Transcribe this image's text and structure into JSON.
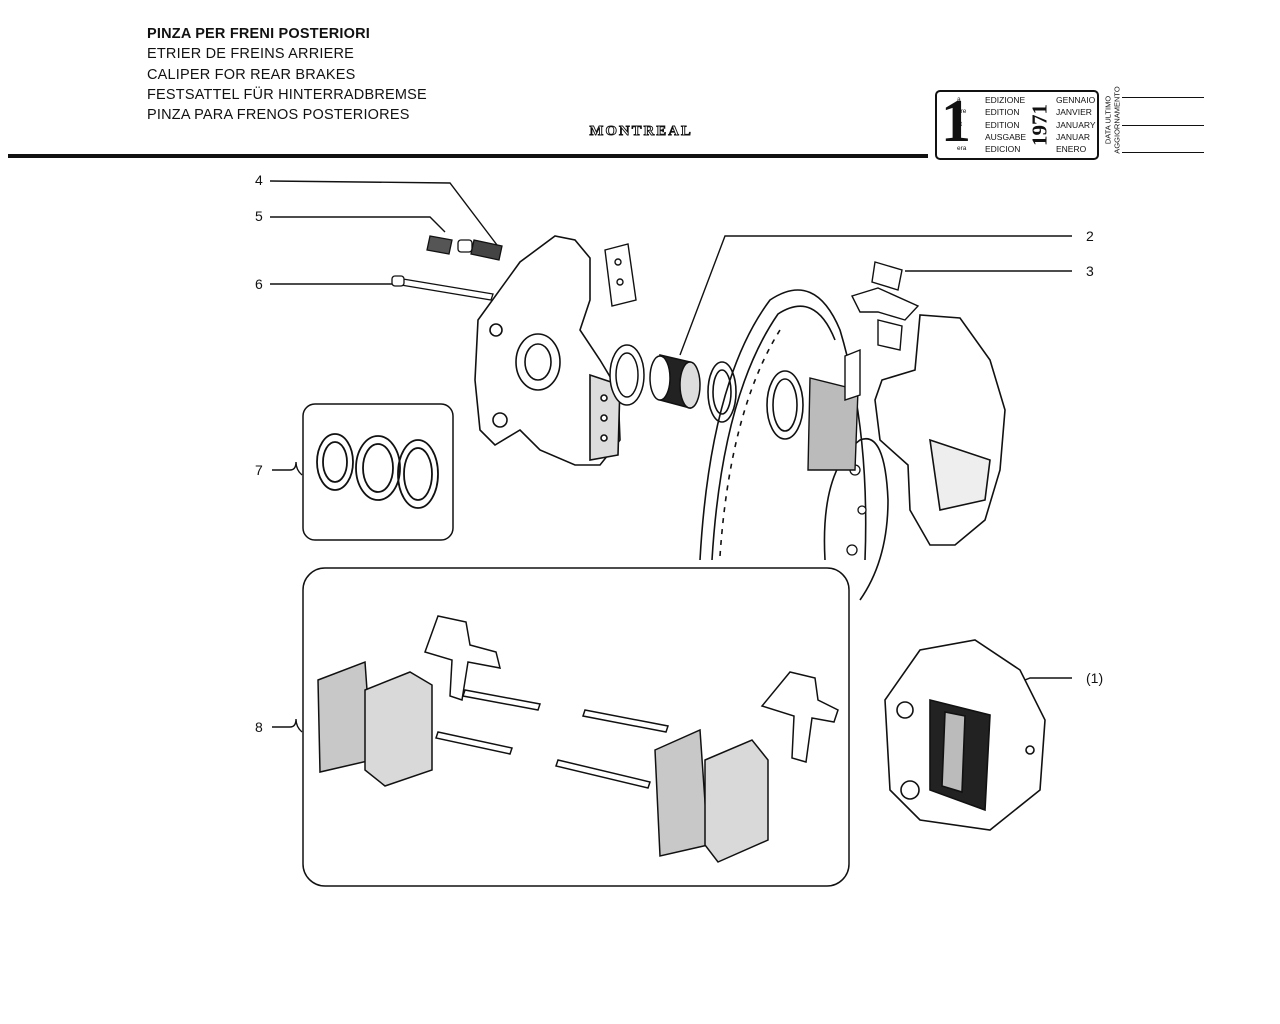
{
  "header": {
    "titles": [
      "PINZA PER FRENI POSTERIORI",
      "ETRIER  DE FREINS ARRIERE",
      "CALIPER FOR REAR BRAKES",
      "FESTSATTEL FÜR HINTERRADBREMSE",
      "PINZA PARA FRENOS POSTERIORES"
    ],
    "model": "MONTREAL"
  },
  "edition_box": {
    "number": "1",
    "superscripts": [
      "a",
      "ere",
      "st",
      ".",
      "era"
    ],
    "edition_labels": [
      "EDIZIONE",
      "EDITION",
      "EDITION",
      "AUSGABE",
      "EDICION"
    ],
    "months": [
      "GENNAIO",
      "JANVIER",
      "JANUARY",
      "JANUAR",
      "ENERO"
    ],
    "year": "1971",
    "update_label": [
      "DATA ULTIMO",
      "AGGIORNAMENTO"
    ]
  },
  "callouts": {
    "c1": "(1)",
    "c2": "2",
    "c3": "3",
    "c4": "4",
    "c5": "5",
    "c6": "6",
    "c7": "7",
    "c8": "8"
  }
}
